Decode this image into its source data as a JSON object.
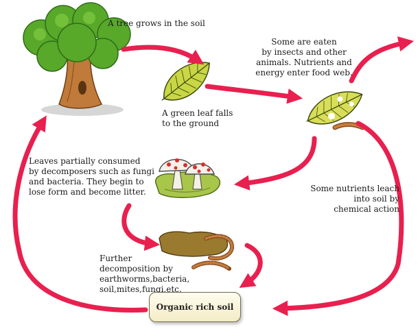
{
  "labels": {
    "tree": "A tree grows in the soil",
    "leaf_falls": "A green leaf falls\nto the ground",
    "eaten": "Some are eaten\nby insects and other\nanimals. Nutrients and\nenergy enter food web.",
    "decomposers": "Leaves partially consumed\nby decomposers such as fungi\nand bacteria. They begin to\nlose form and become litter.",
    "leach": "Some nutrients leach\ninto soil by\nchemical action",
    "further": "Further\ndecomposition by\nearthworms,bacteria,\nsoil,mites,fungi,etc.",
    "soil": "Organic rich soil"
  },
  "colors": {
    "arrow": "#e8204f",
    "leaf_green": "#c9d645",
    "trunk": "#c07a3a",
    "foliage": "#58a82a"
  },
  "icons": [
    "tree-icon",
    "green-leaf-icon",
    "eaten-leaf-icon",
    "caterpillar-icon",
    "mushroom-icon",
    "litter-icon",
    "earthworm-icon"
  ]
}
